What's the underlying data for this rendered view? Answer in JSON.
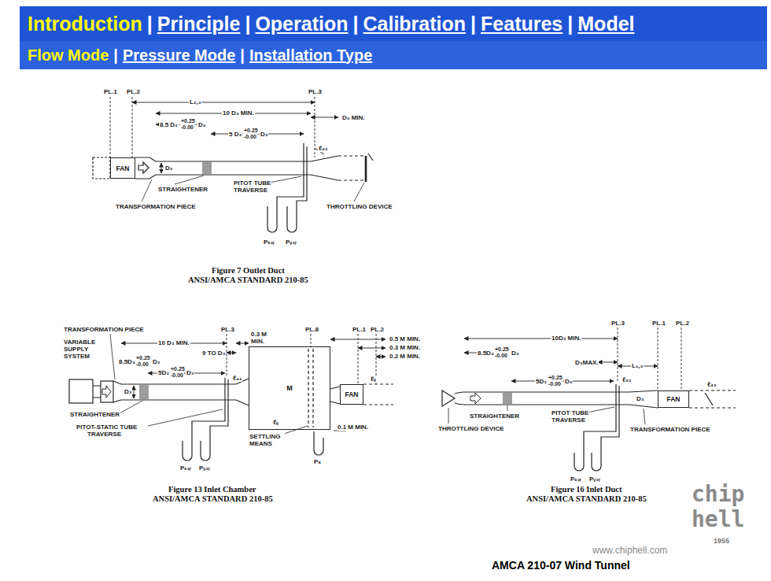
{
  "diagram": {
    "nodes": [
      {
        "text": [
          "Introduction",
          "|",
          "Principle",
          "|",
          "Operation",
          "|",
          "Calibration",
          "|",
          "Features",
          "|",
          "Model"
        ]
      },
      {
        "text": [
          "Flow Mode",
          "|",
          "Pressure Mode",
          "|",
          "Installation Type"
        ]
      },
      {
        "text": [
          "FAN"
        ]
      },
      {
        "text": [
          "M"
        ]
      },
      {
        "text": [
          "FAN"
        ]
      },
      {
        "text": [
          "FAN"
        ]
      }
    ],
    "labels": [
      "PL.1",
      "PL.2",
      "PL.3",
      "L₂,₃",
      "10 D₃ MIN.",
      "D₃ MIN.",
      "8.5 D₃",
      "+0.25",
      "-0.00",
      "D₃",
      "5 D₃",
      "+0.25",
      "-0.00",
      "D₃",
      "D₃",
      "ℓ₄₃",
      "STRAIGHTENER",
      "PITOT TUBE",
      "TRAVERSE",
      "TRANSFORMATION PIECE",
      "THROTTLING DEVICE",
      "Pₛ₃ᵣ",
      "Pᵥ₃ᵣ",
      "Figure 7  Outlet Duct",
      "ANSI/AMCA STANDARD 210-85",
      "TRANSFORMATION PIECE",
      "PL.3",
      "PL.8",
      "PL.1",
      "PL.2",
      "VARIABLE SUPPLY SYSTEM",
      "10 D₃ MIN.",
      "0.3 M MIN.",
      "0.5 M MIN.",
      "0.3 M MIN.",
      "0.2 M MIN.",
      "9 TO D₃",
      "8.5D₃",
      "+0.25",
      "-0.00",
      "D₃",
      "5D₃",
      "+0.25",
      "-0.00",
      "D₃",
      "ℓ₄₃",
      "D₃",
      "ℓₑ",
      "STRAIGHTENER",
      "PITOT-STATIC TUBE",
      "TRAVERSE",
      "SETTLING MEANS",
      "ℓₑ",
      "0.1 M MIN.",
      "Pₛ₃ᵣ",
      "Pᵥ₃ᵣ",
      "P₈",
      "Figure 13  Inlet Chamber",
      "ANSI/AMCA STANDARD 210-85",
      "PL.3",
      "PL.1",
      "PL.2",
      "10D₃ MIN.",
      "8.5D₃",
      "+0.25",
      "-0.00",
      "D₃",
      "D₃MAX.",
      "L₁,₃",
      "5D₃",
      "+0.25",
      "-0.00",
      "D₃",
      "ℓ₄₃",
      "ℓ₄₃",
      "D₃",
      "STRAIGHTENER",
      "PITOT TUBE",
      "TRAVERSE",
      "THROTTLING DEVICE",
      "TRANSFORMATION PIECE",
      "Pₛ₃ᵣ",
      "Pᵥ₃ᵣ",
      "Figure 16  Inlet Duct",
      "ANSI/AMCA STANDARD 210-85",
      "www.chiphell.com",
      "chip",
      "hell",
      "1955",
      "AMCA 210-07 Wind Tunnel"
    ]
  }
}
